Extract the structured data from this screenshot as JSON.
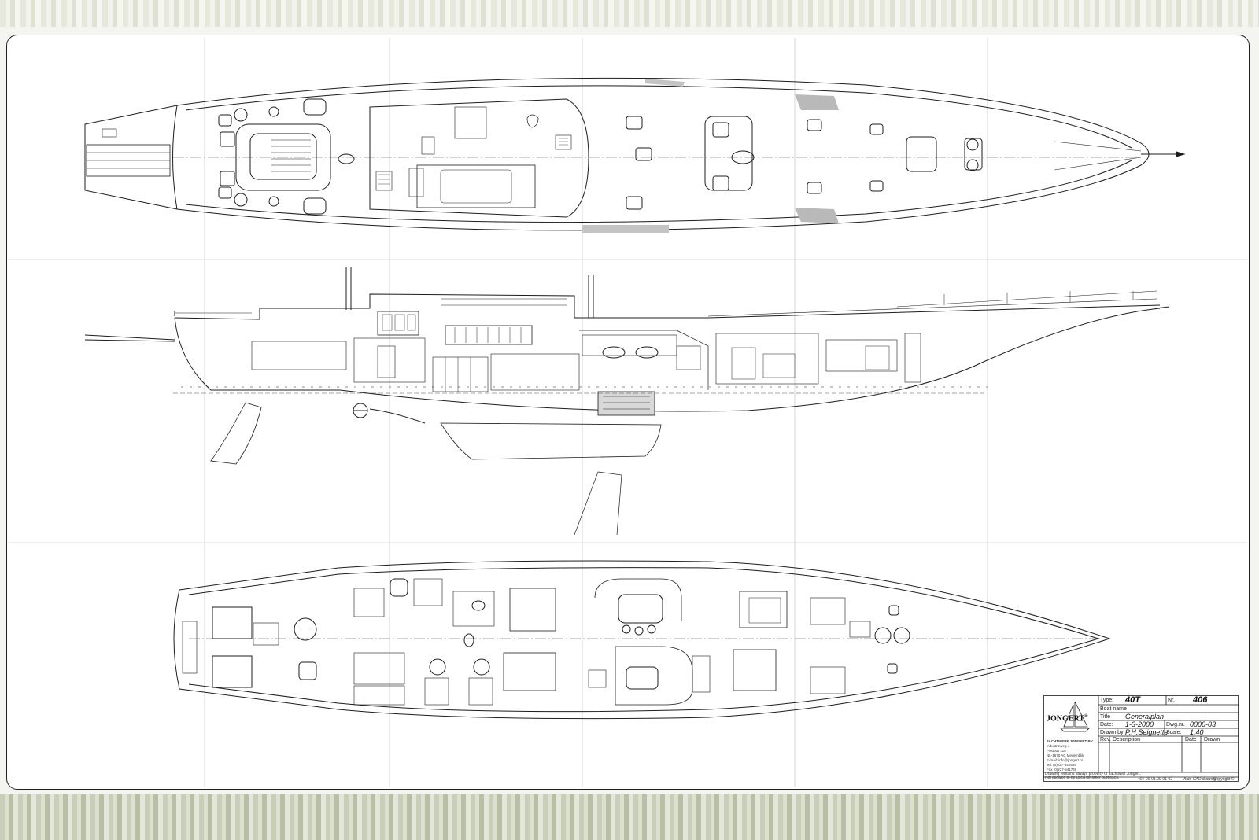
{
  "title_block": {
    "logo": "JONGERT",
    "logo_mark": "®",
    "type_label": "Type:",
    "type_value": "40T",
    "no_label": "Nr.",
    "no_value": "406",
    "boat_name_label": "Boat name",
    "title_label": "Title",
    "title_value": "Generalplan",
    "date_label": "Date:",
    "date_value": "1-3-2000",
    "dwg_label": "Dwg.nr.",
    "dwg_value": "0000-03",
    "drawn_label": "Drawn by:",
    "drawn_value": "P.H.Seignette",
    "scale_label": "Scale:",
    "scale_value": "1:40",
    "rev_label": "Rev.",
    "desc_label": "Description",
    "revdate_label": "Date",
    "drawn2_label": "Drawn",
    "company": "JACHTWERF JONGERT BV",
    "address": [
      "Industrieweg 4",
      "Postbus 115",
      "NL-1670 AC Medemblik",
      "E-mail: info@jongert.nl",
      "Tel. (0)227-542544",
      "Fax (0)227-541746"
    ],
    "footer_code": "40T 00-01.00-01-02",
    "footer_note": "Auto-CAD drawing",
    "copyright": "Copyright ©",
    "disclaimer": [
      "Drawing remains always property of Jachtwerf Jongert.",
      "Not allowed to be used for other purposes."
    ]
  },
  "colors": {
    "line": "#1c1c1c",
    "paper": "#ffffff",
    "border": "#222222",
    "texture": "#c9ceb8"
  }
}
